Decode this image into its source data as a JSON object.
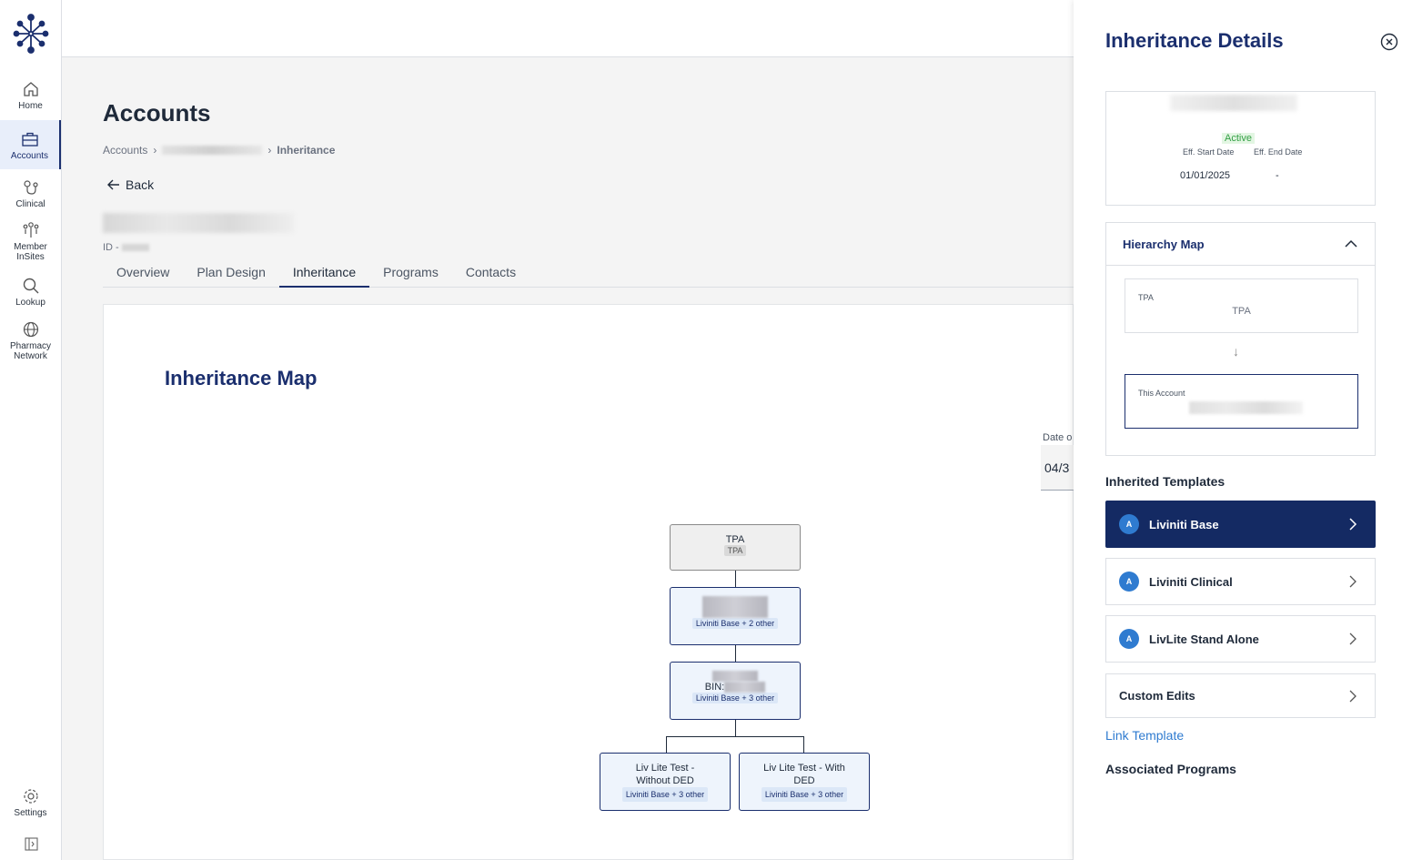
{
  "sidebar": {
    "items": [
      {
        "label": "Home",
        "icon": "home-icon"
      },
      {
        "label": "Accounts",
        "icon": "briefcase-icon"
      },
      {
        "label": "Clinical",
        "icon": "clinical-icon"
      },
      {
        "label": "Member",
        "label2": "InSites",
        "icon": "member-insites-icon"
      },
      {
        "label": "Lookup",
        "icon": "search-icon"
      },
      {
        "label": "Pharmacy",
        "label2": "Network",
        "icon": "globe-icon"
      },
      {
        "label": "Settings",
        "icon": "gear-icon"
      }
    ]
  },
  "page": {
    "title": "Accounts",
    "breadcrumb": [
      "Accounts",
      "Inheritance"
    ],
    "back_label": "Back",
    "id_label": "ID -",
    "tabs": [
      "Overview",
      "Plan Design",
      "Inheritance",
      "Programs",
      "Contacts"
    ],
    "active_tab": "Inheritance"
  },
  "map": {
    "title": "Inheritance Map",
    "date_label": "Date o",
    "date_value": "04/3",
    "nodes": {
      "tpa": {
        "title": "TPA",
        "tag": "TPA"
      },
      "level2": {
        "tag": "Liviniti Base + 2 other"
      },
      "level3": {
        "bin_label": "BIN:",
        "tag": "Liviniti Base + 3 other"
      },
      "leaf1": {
        "title_line1": "Liv Lite Test -",
        "title_line2": "Without DED",
        "tag": "Liviniti Base + 3 other"
      },
      "leaf2": {
        "title_line1": "Liv Lite Test - With",
        "title_line2": "DED",
        "tag": "Liviniti Base + 3 other"
      }
    }
  },
  "panel": {
    "title": "Inheritance Details",
    "status": "Active",
    "start_label": "Eff. Start Date",
    "end_label": "Eff. End Date",
    "start_value": "01/01/2025",
    "end_value": "-",
    "hierarchy": {
      "title": "Hierarchy Map",
      "tpa_small": "TPA",
      "tpa_value": "TPA",
      "this_account_label": "This Account"
    },
    "inherited_title": "Inherited Templates",
    "templates": [
      {
        "avatar": "A",
        "name": "Liviniti Base"
      },
      {
        "avatar": "A",
        "name": "Liviniti Clinical"
      },
      {
        "avatar": "A",
        "name": "LivLite Stand Alone"
      }
    ],
    "custom_edits": "Custom Edits",
    "link_template": "Link Template",
    "associated_title": "Associated Programs"
  },
  "colors": {
    "brand": "#1b2f6e",
    "active_template": "#142a63",
    "avatar": "#2f7bd0",
    "status": "#35a046",
    "link": "#2f7bd0"
  }
}
